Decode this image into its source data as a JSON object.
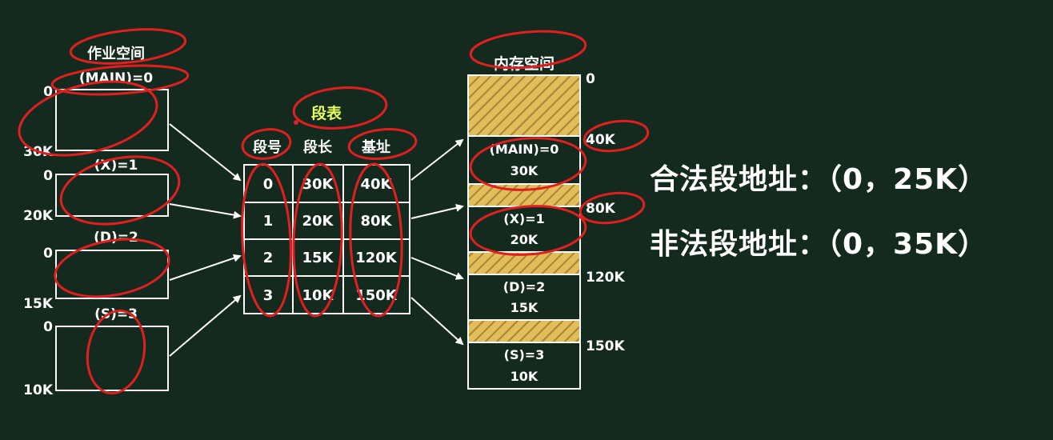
{
  "job_space": {
    "title": "作业空间",
    "segments": [
      {
        "label": "(MAIN)=0",
        "start": "0",
        "end": "30K"
      },
      {
        "label": "(X)=1",
        "start": "0",
        "end": "20K"
      },
      {
        "label": "(D)=2",
        "start": "0",
        "end": "15K"
      },
      {
        "label": "(S)=3",
        "start": "0",
        "end": "10K"
      }
    ]
  },
  "segment_table": {
    "title": "段表",
    "headers": [
      "段号",
      "段长",
      "基址"
    ],
    "rows": [
      [
        "0",
        "30K",
        "40K"
      ],
      [
        "1",
        "20K",
        "80K"
      ],
      [
        "2",
        "15K",
        "120K"
      ],
      [
        "3",
        "10K",
        "150K"
      ]
    ]
  },
  "memory_space": {
    "title": "内存空间",
    "addresses": [
      "0",
      "40K",
      "80K",
      "120K",
      "150K"
    ],
    "blocks": [
      {
        "label": "(MAIN)=0",
        "size": "30K"
      },
      {
        "label": "(X)=1",
        "size": "20K"
      },
      {
        "label": "(D)=2",
        "size": "15K"
      },
      {
        "label": "(S)=3",
        "size": "10K"
      }
    ]
  },
  "notes": {
    "legal": "合法段地址：（0，25K）",
    "illegal": "非法段地址：（0，35K）"
  },
  "colors": {
    "background": "#142a1f",
    "line": "#ffffff",
    "hatch": "#d9b34a",
    "title_accent": "#e8ff60",
    "annotation": "#e02020"
  }
}
